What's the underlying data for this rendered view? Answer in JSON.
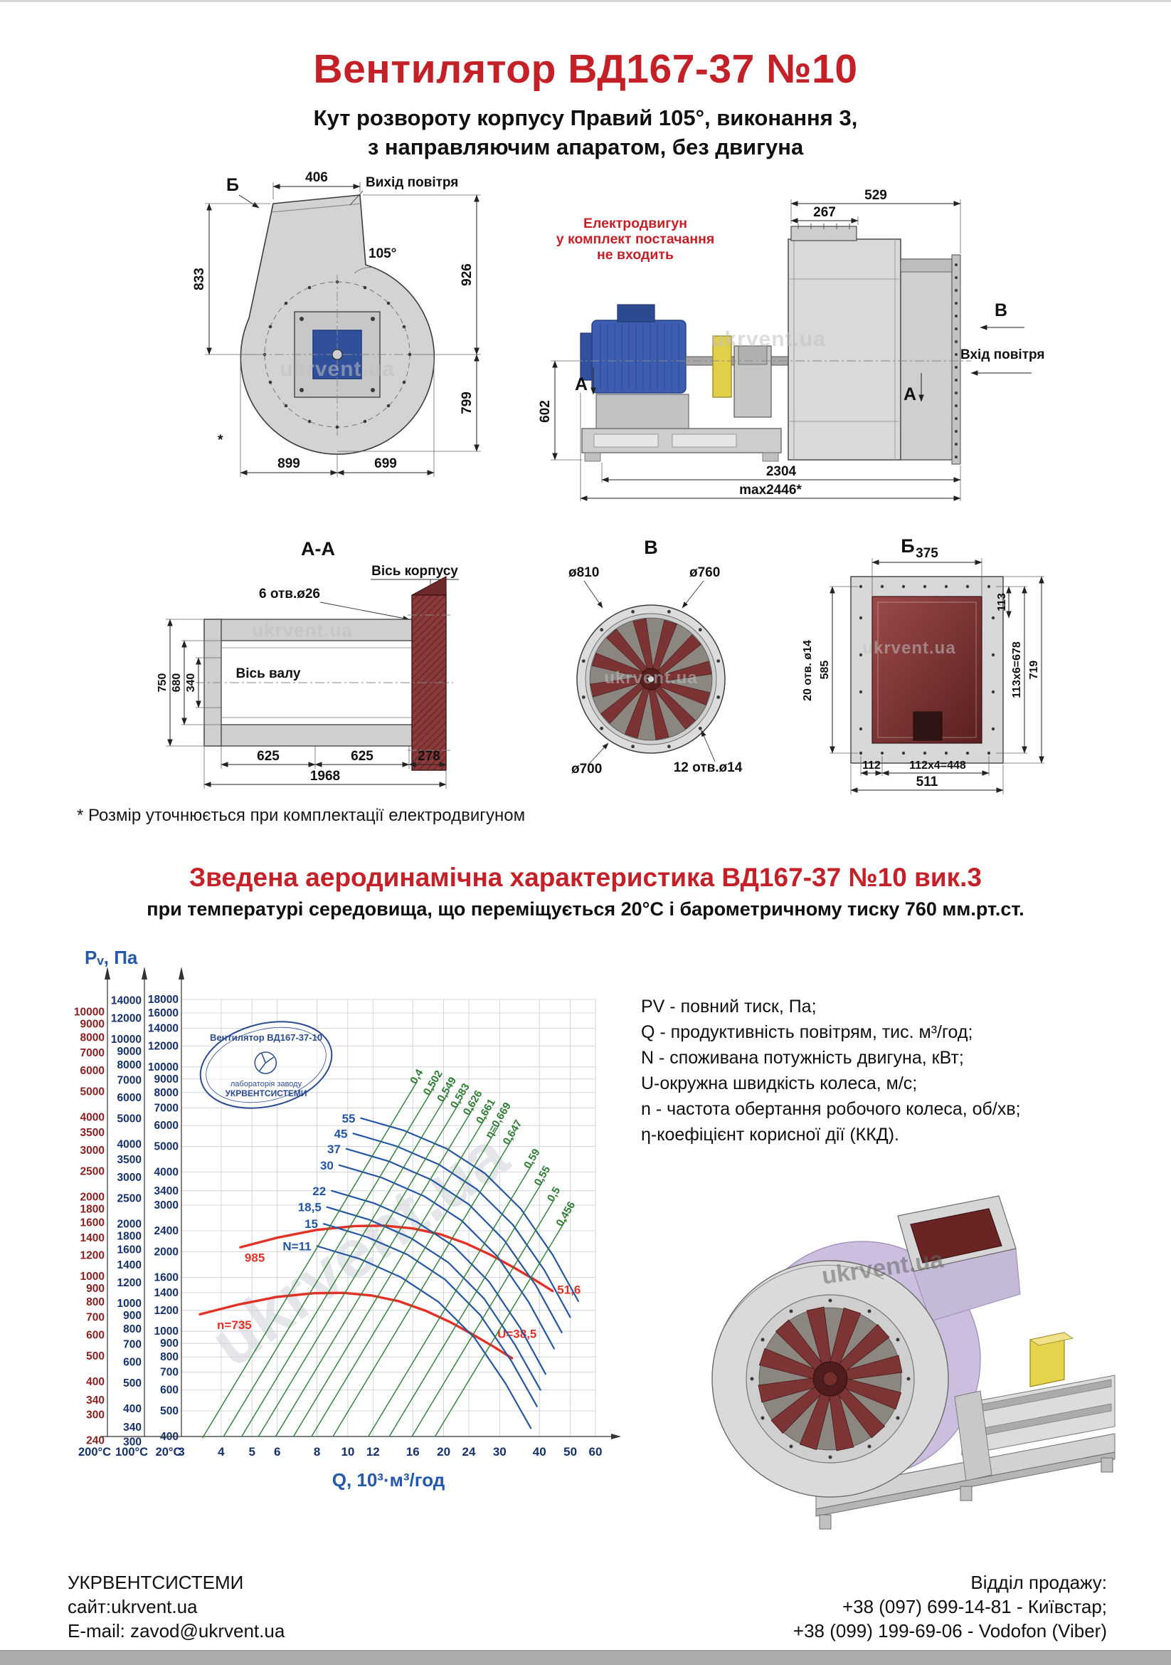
{
  "meta": {
    "watermark": "ukrvent.ua"
  },
  "header": {
    "title": "Вентилятор  ВД167-37 №10",
    "subtitle1": "Кут розвороту корпусу Правий 105°, виконання 3,",
    "subtitle2": "з направляючим апаратом, без двигуна"
  },
  "scroll_view": {
    "view_label": "Б",
    "air_out": "Вихід повітря",
    "angle": "105°",
    "d406": "406",
    "d833": "833",
    "d926": "926",
    "d799": "799",
    "d899": "899",
    "d699": "699",
    "asterisk": "*"
  },
  "side_view": {
    "note1": "Електродвигун",
    "note2": "у комплект постачання",
    "note3": "не входить",
    "d267": "267",
    "d529": "529",
    "d602": "602",
    "d2304": "2304",
    "dmax": "max2446*",
    "view_label": "В",
    "air_in": "Вхід повітря",
    "section_a": "А"
  },
  "section_aa": {
    "title": "А-А",
    "axis_housing": "Вісь корпусу",
    "holes": "6 отв.ø26",
    "axis_shaft": "Вісь валу",
    "d750": "750",
    "d680": "680",
    "d340": "340",
    "d625a": "625",
    "d625b": "625",
    "d278": "278",
    "d1968": "1968"
  },
  "view_v": {
    "title": "В",
    "d810": "ø810",
    "d760": "ø760",
    "d700": "ø700",
    "holes": "12 отв.ø14"
  },
  "view_b": {
    "title": "Б",
    "d375": "375",
    "holes": "20 отв. ø14",
    "d585": "585",
    "d113": "113",
    "d113x6": "113x6=678",
    "d719": "719",
    "d112": "112",
    "d112x4": "112x4=448",
    "d511": "511"
  },
  "footnote": "* Розмір уточнюється при комплектації електродвигуном",
  "chart_section": {
    "heading": "Зведена аеродинамічна характеристика ВД167-37 №10 вик.3",
    "subheading": "при температурі середовища, що переміщується 20°С і барометричному тиску 760 мм.рт.ст.",
    "legend": [
      "PV - повний тиск, Па;",
      "Q - продуктивність повітрям, тис. м³/год;",
      "N - споживана потужність двигуна, кВт;",
      "U-окружна швидкість колеса, м/с;",
      "n - частота обертання робочого колеса, об/хв;",
      "η-коефіцієнт корисної дії (ККД)."
    ],
    "stamp": {
      "line1": "Вентилятор ВД167-37-10",
      "line2": "лабораторія заводу",
      "line3": "УКРВЕНТСИСТЕМИ"
    }
  },
  "chart_data": {
    "type": "line",
    "title": "Зведена аеродинамічна характеристика ВД167-37 №10 вик.3",
    "x_label": "Q, 10³·м³/год",
    "y_label": "Pᵥ, Па",
    "x_scale": "log",
    "y_scale": "log",
    "x_range": [
      3,
      60
    ],
    "y_range_20C": [
      400,
      18000
    ],
    "x_ticks": [
      3,
      4,
      5,
      6,
      8,
      10,
      12,
      16,
      20,
      24,
      30,
      40,
      50,
      60
    ],
    "y_axes": [
      {
        "temp": "200°C",
        "factor": 0.62,
        "color": "#8a2020",
        "ticks": [
          10000,
          9000,
          8000,
          7000,
          6000,
          5000,
          4000,
          3500,
          3000,
          2500,
          2000,
          1800,
          1600,
          1400,
          1200,
          1000,
          900,
          800,
          700,
          600,
          500,
          400,
          340,
          300,
          240
        ]
      },
      {
        "temp": "100°C",
        "factor": 0.785,
        "color": "#15316b",
        "ticks": [
          14000,
          12000,
          10000,
          9000,
          8000,
          7000,
          6000,
          5000,
          4000,
          3500,
          3000,
          2500,
          2000,
          1800,
          1600,
          1400,
          1200,
          1000,
          900,
          800,
          700,
          600,
          500,
          400,
          340,
          300
        ]
      },
      {
        "temp": "20°C",
        "factor": 1,
        "color": "#15316b",
        "ticks": [
          18000,
          16000,
          14000,
          12000,
          10000,
          9000,
          8000,
          7000,
          6000,
          5000,
          4000,
          3400,
          3000,
          2400,
          2000,
          1600,
          1400,
          1200,
          1000,
          900,
          800,
          700,
          600,
          500,
          400
        ]
      }
    ],
    "series": [
      {
        "name": "speed-n985",
        "color": "#e23227",
        "width": 3.4,
        "points": [
          [
            4.6,
            2080
          ],
          [
            6,
            2260
          ],
          [
            8,
            2420
          ],
          [
            10.5,
            2500
          ],
          [
            13,
            2510
          ],
          [
            16,
            2450
          ],
          [
            19.5,
            2330
          ],
          [
            23.5,
            2150
          ],
          [
            28,
            1950
          ],
          [
            33,
            1750
          ],
          [
            38.5,
            1570
          ],
          [
            44,
            1420
          ]
        ],
        "labels": [
          {
            "text": "985",
            "q": 5.1,
            "p": 1900,
            "anchor": "middle"
          },
          {
            "text": "51,6",
            "q": 45.5,
            "p": 1440,
            "anchor": "start"
          }
        ]
      },
      {
        "name": "speed-n735",
        "color": "#e23227",
        "width": 3.4,
        "points": [
          [
            3.43,
            1159
          ],
          [
            4.48,
            1259
          ],
          [
            5.97,
            1348
          ],
          [
            7.83,
            1393
          ],
          [
            9.7,
            1398
          ],
          [
            11.9,
            1365
          ],
          [
            14.5,
            1298
          ],
          [
            17.5,
            1198
          ],
          [
            20.9,
            1086
          ],
          [
            24.6,
            975
          ],
          [
            28.7,
            875
          ],
          [
            32.8,
            791
          ]
        ],
        "labels": [
          {
            "text": "n=735",
            "q": 4.4,
            "p": 1060,
            "anchor": "middle"
          },
          {
            "text": "U=38,5",
            "q": 29.5,
            "p": 980,
            "anchor": "start"
          }
        ]
      },
      {
        "name": "power-55",
        "color": "#2456a4",
        "width": 2.2,
        "points": [
          [
            11,
            6400
          ],
          [
            15,
            5750
          ],
          [
            20.5,
            4900
          ],
          [
            27,
            3950
          ],
          [
            35,
            2900
          ],
          [
            44,
            1950
          ],
          [
            53,
            1300
          ]
        ],
        "labels": [
          {
            "text": "55",
            "q": 10.56,
            "p": 6400,
            "anchor": "end"
          }
        ]
      },
      {
        "name": "power-45",
        "color": "#2456a4",
        "width": 2.2,
        "points": [
          [
            10.4,
            5600
          ],
          [
            14.2,
            5020
          ],
          [
            19.3,
            4280
          ],
          [
            25.4,
            3450
          ],
          [
            33,
            2530
          ],
          [
            41.5,
            1700
          ],
          [
            50,
            1130
          ]
        ],
        "labels": [
          {
            "text": "45",
            "q": 9.98,
            "p": 5600,
            "anchor": "end"
          }
        ]
      },
      {
        "name": "power-37",
        "color": "#2456a4",
        "width": 2.2,
        "points": [
          [
            9.9,
            4900
          ],
          [
            13.5,
            4390
          ],
          [
            18.3,
            3740
          ],
          [
            24,
            3020
          ],
          [
            31,
            2210
          ],
          [
            39,
            1490
          ],
          [
            47,
            990
          ]
        ],
        "labels": [
          {
            "text": "37",
            "q": 9.5,
            "p": 4900,
            "anchor": "end"
          }
        ]
      },
      {
        "name": "power-30",
        "color": "#2456a4",
        "width": 2.2,
        "points": [
          [
            9.4,
            4250
          ],
          [
            12.8,
            3810
          ],
          [
            17.4,
            3240
          ],
          [
            22.8,
            2620
          ],
          [
            29.5,
            1920
          ],
          [
            37,
            1290
          ],
          [
            44.5,
            860
          ]
        ],
        "labels": [
          {
            "text": "30",
            "q": 9.02,
            "p": 4250,
            "anchor": "end"
          }
        ]
      },
      {
        "name": "power-22",
        "color": "#2456a4",
        "width": 2.2,
        "points": [
          [
            8.9,
            3400
          ],
          [
            12.1,
            3050
          ],
          [
            16.4,
            2600
          ],
          [
            21.5,
            2100
          ],
          [
            27.8,
            1540
          ],
          [
            34.8,
            1030
          ],
          [
            41.8,
            690
          ]
        ],
        "labels": [
          {
            "text": "22",
            "q": 8.54,
            "p": 3400,
            "anchor": "end"
          }
        ]
      },
      {
        "name": "power-18.5",
        "color": "#2456a4",
        "width": 2.2,
        "points": [
          [
            8.6,
            2950
          ],
          [
            11.7,
            2640
          ],
          [
            15.8,
            2250
          ],
          [
            20.7,
            1820
          ],
          [
            26.8,
            1330
          ],
          [
            33.5,
            890
          ],
          [
            40.3,
            600
          ]
        ],
        "labels": [
          {
            "text": "18,5",
            "q": 8.26,
            "p": 2950,
            "anchor": "end"
          }
        ]
      },
      {
        "name": "power-15",
        "color": "#2456a4",
        "width": 2.2,
        "points": [
          [
            8.4,
            2550
          ],
          [
            11.4,
            2280
          ],
          [
            15.4,
            1950
          ],
          [
            20.2,
            1570
          ],
          [
            26.1,
            1150
          ],
          [
            32.7,
            770
          ],
          [
            39.3,
            520
          ]
        ],
        "labels": [
          {
            "text": "15",
            "q": 8.06,
            "p": 2550,
            "anchor": "end"
          }
        ]
      },
      {
        "name": "power-11",
        "color": "#2456a4",
        "width": 2.2,
        "points": [
          [
            8,
            2100
          ],
          [
            10.9,
            1880
          ],
          [
            14.7,
            1600
          ],
          [
            19.3,
            1290
          ],
          [
            25,
            945
          ],
          [
            31.3,
            635
          ],
          [
            37.6,
            430
          ]
        ],
        "labels": [
          {
            "text": "N=11",
            "q": 7.68,
            "p": 2100,
            "anchor": "end"
          }
        ]
      },
      {
        "name": "eta-0.4",
        "color": "#2e7d32",
        "width": 1.4,
        "points": [
          [
            3.5,
            396
          ],
          [
            16.5,
            8800
          ]
        ],
        "labels": [
          {
            "text": "0,4",
            "q": 16.8,
            "p": 9400,
            "anchor": "middle",
            "rotate": -59,
            "size": 15
          }
        ]
      },
      {
        "name": "eta-0.502",
        "color": "#2e7d32",
        "width": 1.4,
        "points": [
          [
            4.07,
            400
          ],
          [
            18.6,
            8350
          ]
        ],
        "labels": [
          {
            "text": "0,502",
            "q": 18.9,
            "p": 8900,
            "anchor": "middle",
            "rotate": -59,
            "size": 15
          }
        ]
      },
      {
        "name": "eta-0.549",
        "color": "#2e7d32",
        "width": 1.4,
        "points": [
          [
            4.64,
            400
          ],
          [
            20.6,
            7900
          ]
        ],
        "labels": [
          {
            "text": "0,549",
            "q": 20.9,
            "p": 8400,
            "anchor": "middle",
            "rotate": -59,
            "size": 15
          }
        ]
      },
      {
        "name": "eta-0.583",
        "color": "#2e7d32",
        "width": 1.4,
        "points": [
          [
            5.24,
            400
          ],
          [
            22.6,
            7450
          ]
        ],
        "labels": [
          {
            "text": "0,583",
            "q": 23,
            "p": 7950,
            "anchor": "middle",
            "rotate": -59,
            "size": 15
          }
        ]
      },
      {
        "name": "eta-0.626",
        "color": "#2e7d32",
        "width": 1.4,
        "points": [
          [
            5.93,
            400
          ],
          [
            24.8,
            7000
          ]
        ],
        "labels": [
          {
            "text": "0,626",
            "q": 25.2,
            "p": 7480,
            "anchor": "middle",
            "rotate": -59,
            "size": 15
          }
        ]
      },
      {
        "name": "eta-0.661",
        "color": "#2e7d32",
        "width": 1.4,
        "points": [
          [
            6.75,
            400
          ],
          [
            27.2,
            6500
          ]
        ],
        "labels": [
          {
            "text": "0,661",
            "q": 27.7,
            "p": 6950,
            "anchor": "middle",
            "rotate": -59,
            "size": 15
          }
        ]
      },
      {
        "name": "eta-0.669",
        "color": "#2e7d32",
        "width": 1.4,
        "points": [
          [
            7.69,
            400
          ],
          [
            29.8,
            6000
          ]
        ],
        "labels": [
          {
            "text": "η=0,669",
            "q": 30.3,
            "p": 6420,
            "anchor": "middle",
            "rotate": -59,
            "size": 15
          }
        ]
      },
      {
        "name": "eta-0.647",
        "color": "#2e7d32",
        "width": 1.4,
        "points": [
          [
            8.98,
            400
          ],
          [
            33,
            5400
          ]
        ],
        "labels": [
          {
            "text": "0,647",
            "q": 33.6,
            "p": 5780,
            "anchor": "middle",
            "rotate": -59,
            "size": 15
          }
        ]
      },
      {
        "name": "eta-0.59",
        "color": "#2e7d32",
        "width": 1.4,
        "points": [
          [
            11.6,
            400
          ],
          [
            38,
            4300
          ]
        ],
        "labels": [
          {
            "text": "0,59",
            "q": 38.7,
            "p": 4600,
            "anchor": "middle",
            "rotate": -59,
            "size": 15
          }
        ]
      },
      {
        "name": "eta-0.55",
        "color": "#2e7d32",
        "width": 1.4,
        "points": [
          [
            13.5,
            400
          ],
          [
            41,
            3700
          ]
        ],
        "labels": [
          {
            "text": "0,55",
            "q": 41.7,
            "p": 3960,
            "anchor": "middle",
            "rotate": -59,
            "size": 15
          }
        ]
      },
      {
        "name": "eta-0.5",
        "color": "#2e7d32",
        "width": 1.4,
        "points": [
          [
            15.9,
            400
          ],
          [
            44.5,
            3150
          ]
        ],
        "labels": [
          {
            "text": "0,5",
            "q": 45.3,
            "p": 3370,
            "anchor": "middle",
            "rotate": -59,
            "size": 15
          }
        ]
      },
      {
        "name": "eta-0.456",
        "color": "#2e7d32",
        "width": 1.4,
        "points": [
          [
            18.8,
            400
          ],
          [
            48.5,
            2650
          ]
        ],
        "labels": [
          {
            "text": "0,456",
            "q": 49.4,
            "p": 2840,
            "anchor": "middle",
            "rotate": -59,
            "size": 15
          }
        ]
      }
    ]
  },
  "footer": {
    "company": "УКРВЕНТСИСТЕМИ",
    "site": "сайт:ukrvent.ua",
    "email": "E-mail: zavod@ukrvent.ua",
    "sales_title": "Відділ продажу:",
    "phone1": "+38 (097) 699-14-81 - Київстар;",
    "phone2": "+38 (099) 199-69-06 - Vodofon (Viber)"
  }
}
